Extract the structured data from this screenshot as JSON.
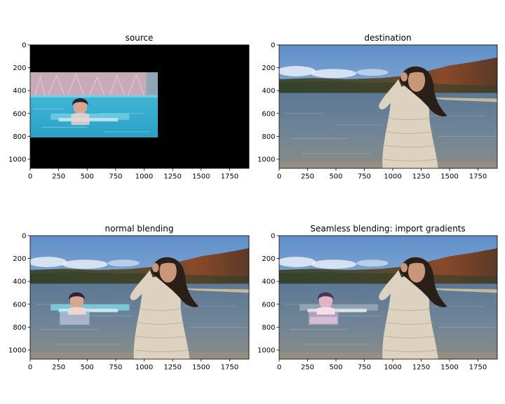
{
  "figure": {
    "panels": [
      {
        "title": "source",
        "image": "black-canvas-with-pool-photo-pasted"
      },
      {
        "title": "destination",
        "image": "lake-shore-woman-in-white-puffer-jacket"
      },
      {
        "title": "normal blending",
        "image": "lake-photo-with-pool-person-pasted"
      },
      {
        "title": "Seamless blending: import gradients",
        "image": "lake-photo-with-pool-person-gradient-blended"
      }
    ]
  },
  "chart_data": [
    {
      "type": "image",
      "title": "source",
      "x_ticks": [
        0,
        250,
        500,
        750,
        1000,
        1250,
        1500,
        1750
      ],
      "y_ticks": [
        0,
        200,
        400,
        600,
        800,
        1000
      ],
      "xlim": [
        0,
        1920
      ],
      "ylim": [
        1080,
        0
      ],
      "grid": false
    },
    {
      "type": "image",
      "title": "destination",
      "x_ticks": [
        0,
        250,
        500,
        750,
        1000,
        1250,
        1500,
        1750
      ],
      "y_ticks": [
        0,
        200,
        400,
        600,
        800,
        1000
      ],
      "xlim": [
        0,
        1920
      ],
      "ylim": [
        1080,
        0
      ],
      "grid": false
    },
    {
      "type": "image",
      "title": "normal blending",
      "x_ticks": [
        0,
        250,
        500,
        750,
        1000,
        1250,
        1500,
        1750
      ],
      "y_ticks": [
        0,
        200,
        400,
        600,
        800,
        1000
      ],
      "xlim": [
        0,
        1920
      ],
      "ylim": [
        1080,
        0
      ],
      "grid": false
    },
    {
      "type": "image",
      "title": "Seamless blending: import gradients",
      "x_ticks": [
        0,
        250,
        500,
        750,
        1000,
        1250,
        1500,
        1750
      ],
      "y_ticks": [
        0,
        200,
        400,
        600,
        800,
        1000
      ],
      "xlim": [
        0,
        1920
      ],
      "ylim": [
        1080,
        0
      ],
      "grid": false
    }
  ]
}
